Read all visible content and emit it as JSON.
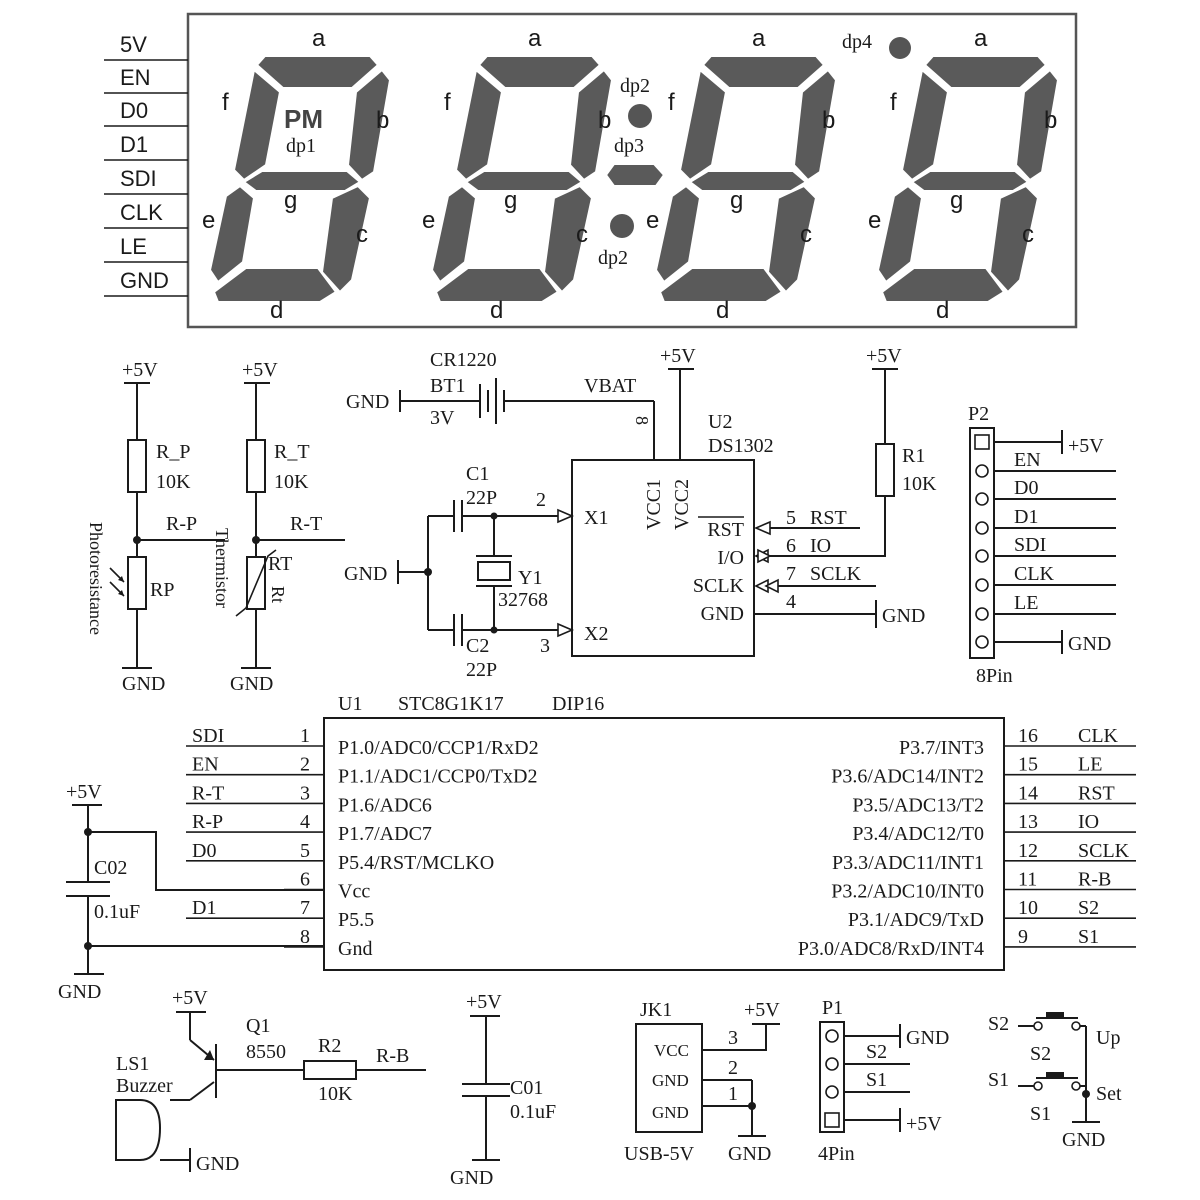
{
  "display": {
    "header_pins": [
      "5V",
      "EN",
      "D0",
      "D1",
      "SDI",
      "CLK",
      "LE",
      "GND"
    ],
    "seg_a": "a",
    "seg_b": "b",
    "seg_c": "c",
    "seg_d": "d",
    "seg_e": "e",
    "seg_f": "f",
    "seg_g": "g",
    "pm": "PM",
    "dp1": "dp1",
    "dp2": "dp2",
    "dp3": "dp3",
    "dp4": "dp4"
  },
  "sensors": {
    "vcc": "+5V",
    "gnd": "GND",
    "rp_name": "R_P",
    "rp_value": "10K",
    "rp_net": "R-P",
    "rp_part": "RP",
    "rp_type": "Photoresistance",
    "rt_name": "R_T",
    "rt_value": "10K",
    "rt_net": "R-T",
    "rt_part": "RT",
    "rt_theta": "Rt",
    "rt_type": "Thermistor"
  },
  "rtc": {
    "battery": "CR1220",
    "bt_ref": "BT1",
    "bt_volt": "3V",
    "gnd": "GND",
    "vbat": "VBAT",
    "pin8": "8",
    "vcc": "+5V",
    "u2_ref": "U2",
    "u2_part": "DS1302",
    "vcc1": "VCC1",
    "vcc2": "VCC2",
    "c1_ref": "C1",
    "c1_val": "22P",
    "c2_ref": "C2",
    "c2_val": "22P",
    "y1_ref": "Y1",
    "y1_val": "32768",
    "pin2": "2",
    "pin3": "3",
    "x1": "X1",
    "x2": "X2",
    "rst": "RST",
    "io": "I/O",
    "sclk": "SCLK",
    "gnd_pin": "GND",
    "n5": "5",
    "n6": "6",
    "n7": "7",
    "n4": "4",
    "net_rst": "RST",
    "net_io": "IO",
    "net_sclk": "SCLK",
    "net_gnd": "GND",
    "r1_ref": "R1",
    "r1_val": "10K"
  },
  "p2": {
    "ref": "P2",
    "label": "8Pin",
    "vcc": "+5V",
    "gnd": "GND",
    "pins": [
      "EN",
      "D0",
      "D1",
      "SDI",
      "CLK",
      "LE"
    ]
  },
  "u1": {
    "ref": "U1",
    "part": "STC8G1K17",
    "package": "DIP16",
    "left": [
      {
        "net": "SDI",
        "num": "1",
        "name": "P1.0/ADC0/CCP1/RxD2"
      },
      {
        "net": "EN",
        "num": "2",
        "name": "P1.1/ADC1/CCP0/TxD2"
      },
      {
        "net": "R-T",
        "num": "3",
        "name": "P1.6/ADC6"
      },
      {
        "net": "R-P",
        "num": "4",
        "name": "P1.7/ADC7"
      },
      {
        "net": "D0",
        "num": "5",
        "name": "P5.4/RST/MCLKO"
      },
      {
        "net": "",
        "num": "6",
        "name": "Vcc"
      },
      {
        "net": "D1",
        "num": "7",
        "name": "P5.5"
      },
      {
        "net": "",
        "num": "8",
        "name": "Gnd"
      }
    ],
    "right": [
      {
        "net": "CLK",
        "num": "16",
        "name": "P3.7/INT3"
      },
      {
        "net": "LE",
        "num": "15",
        "name": "P3.6/ADC14/INT2"
      },
      {
        "net": "RST",
        "num": "14",
        "name": "P3.5/ADC13/T2"
      },
      {
        "net": "IO",
        "num": "13",
        "name": "P3.4/ADC12/T0"
      },
      {
        "net": "SCLK",
        "num": "12",
        "name": "P3.3/ADC11/INT1"
      },
      {
        "net": "R-B",
        "num": "11",
        "name": "P3.2/ADC10/INT0"
      },
      {
        "net": "S2",
        "num": "10",
        "name": "P3.1/ADC9/TxD"
      },
      {
        "net": "S1",
        "num": "9",
        "name": "P3.0/ADC8/RxD/INT4"
      }
    ],
    "vcc": "+5V",
    "gnd": "GND",
    "c02_ref": "C02",
    "c02_val": "0.1uF"
  },
  "bottom": {
    "vcc": "+5V",
    "gnd": "GND",
    "q1_ref": "Q1",
    "q1_part": "8550",
    "r2_ref": "R2",
    "r2_val": "10K",
    "net_rb": "R-B",
    "ls1_ref": "LS1",
    "ls1_part": "Buzzer",
    "c01_ref": "C01",
    "c01_val": "0.1uF",
    "jk1_ref": "JK1",
    "jk1_part": "USB-5V",
    "jk1_vcc": "VCC",
    "jk1_gnd1": "GND",
    "jk1_gnd2": "GND",
    "jk1_n3": "3",
    "jk1_n2": "2",
    "jk1_n1": "1",
    "p1_ref": "P1",
    "p1_label": "4Pin",
    "p1_s2": "S2",
    "p1_s1": "S1",
    "s2_ref": "S2",
    "s2_dup": "S2",
    "s2_func": "Up",
    "s1_ref": "S1",
    "s1_dup": "S1",
    "s1_func": "Set"
  }
}
